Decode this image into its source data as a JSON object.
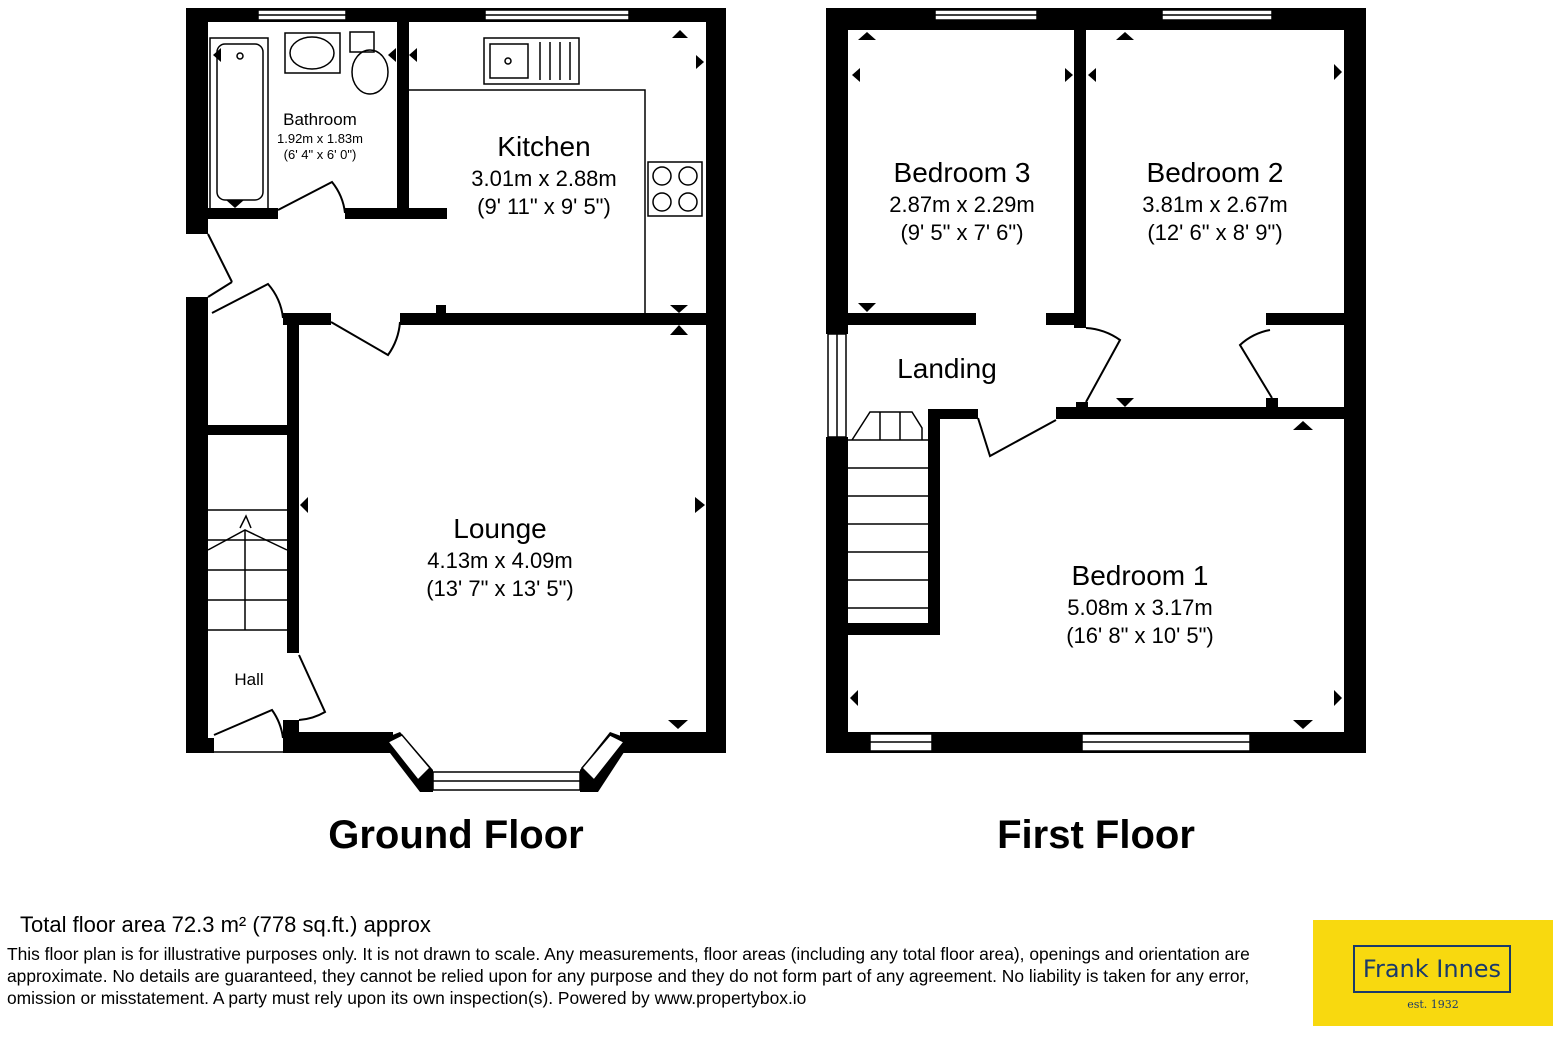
{
  "ground_floor": {
    "title": "Ground Floor",
    "rooms": {
      "bathroom": {
        "name": "Bathroom",
        "size_m": "1.92m x 1.83m",
        "size_ft": "(6' 4\" x 6' 0\")"
      },
      "kitchen": {
        "name": "Kitchen",
        "size_m": "3.01m x 2.88m",
        "size_ft": "(9' 11\" x 9' 5\")"
      },
      "lounge": {
        "name": "Lounge",
        "size_m": "4.13m x 4.09m",
        "size_ft": "(13' 7\" x 13' 5\")"
      },
      "hall": {
        "name": "Hall"
      }
    }
  },
  "first_floor": {
    "title": "First Floor",
    "rooms": {
      "bedroom3": {
        "name": "Bedroom 3",
        "size_m": "2.87m x 2.29m",
        "size_ft": "(9' 5\" x 7' 6\")"
      },
      "bedroom2": {
        "name": "Bedroom 2",
        "size_m": "3.81m x 2.67m",
        "size_ft": "(12' 6\" x 8' 9\")"
      },
      "bedroom1": {
        "name": "Bedroom 1",
        "size_m": "5.08m x 3.17m",
        "size_ft": "(16' 8\" x 10' 5\")"
      },
      "landing": {
        "name": "Landing"
      }
    }
  },
  "footer": {
    "total_area": "Total floor area 72.3 m² (778 sq.ft.) approx",
    "disclaimer": "This floor plan is for illustrative purposes only. It is not drawn to scale. Any measurements, floor areas (including any total floor area), openings and orientation are approximate. No details are guaranteed, they cannot be relied upon for any purpose and they do not form part of any agreement. No liability is taken for any error, omission or misstatement. A party must rely upon its own inspection(s). Powered by www.propertybox.io"
  },
  "logo": {
    "name": "Frank Innes",
    "est": "est. 1932",
    "background": "#f8d90f",
    "text_color": "#1a3a6b"
  }
}
